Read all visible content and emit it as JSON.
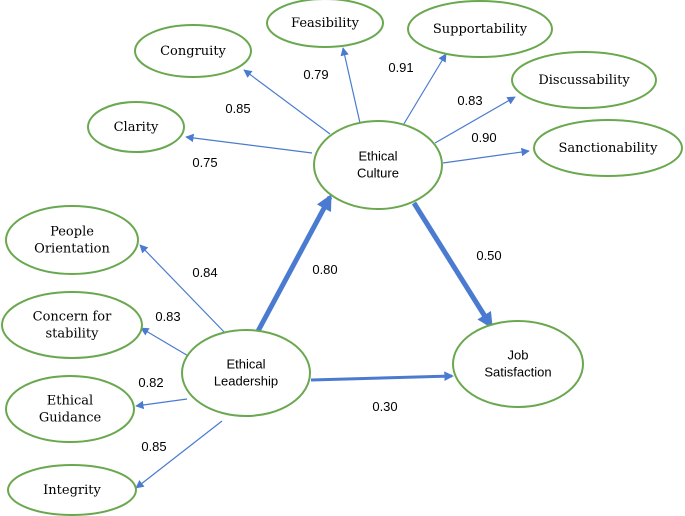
{
  "nodes": {
    "ethical_culture": [
      "Ethical",
      "Culture"
    ],
    "ethical_leadership": [
      "Ethical",
      "Leadership"
    ],
    "job_satisfaction": [
      "Job",
      "Satisfaction"
    ],
    "congruity": [
      "Congruity"
    ],
    "feasibility": [
      "Feasibility"
    ],
    "supportability": [
      "Supportability"
    ],
    "discussability": [
      "Discussability"
    ],
    "sanctionability": [
      "Sanctionability"
    ],
    "clarity": [
      "Clarity"
    ],
    "people_orientation": [
      "People",
      "Orientation"
    ],
    "concern_for_stability": [
      "Concern for",
      "stability"
    ],
    "ethical_guidance": [
      "Ethical",
      "Guidance"
    ],
    "integrity": [
      "Integrity"
    ]
  },
  "edges": [
    {
      "from": "ethical_culture",
      "to": "clarity",
      "weight": "0.75"
    },
    {
      "from": "ethical_culture",
      "to": "congruity",
      "weight": "0.85"
    },
    {
      "from": "ethical_culture",
      "to": "feasibility",
      "weight": "0.79"
    },
    {
      "from": "ethical_culture",
      "to": "supportability",
      "weight": "0.91"
    },
    {
      "from": "ethical_culture",
      "to": "discussability",
      "weight": "0.83"
    },
    {
      "from": "ethical_culture",
      "to": "sanctionability",
      "weight": "0.90"
    },
    {
      "from": "ethical_leadership",
      "to": "people_orientation",
      "weight": "0.84"
    },
    {
      "from": "ethical_leadership",
      "to": "concern_for_stability",
      "weight": "0.83"
    },
    {
      "from": "ethical_leadership",
      "to": "ethical_guidance",
      "weight": "0.82"
    },
    {
      "from": "ethical_leadership",
      "to": "integrity",
      "weight": "0.85"
    },
    {
      "from": "ethical_leadership",
      "to": "ethical_culture",
      "weight": "0.80"
    },
    {
      "from": "ethical_culture",
      "to": "job_satisfaction",
      "weight": "0.50"
    },
    {
      "from": "ethical_leadership",
      "to": "job_satisfaction",
      "weight": "0.30"
    }
  ],
  "colors": {
    "node_border": "#6aa84f",
    "arrow": "#4a7bd0"
  }
}
